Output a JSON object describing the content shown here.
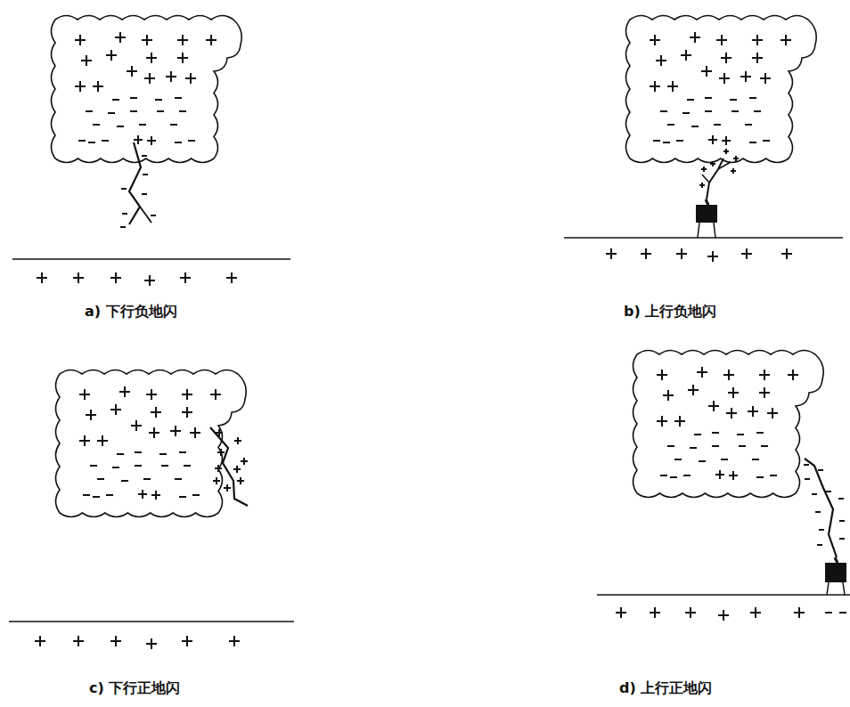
{
  "diagram": {
    "labels": [
      "a) 下行负地闪",
      "b) 上行负地闪",
      "c) 下行正地闪",
      "d) 上行正地闪"
    ]
  }
}
